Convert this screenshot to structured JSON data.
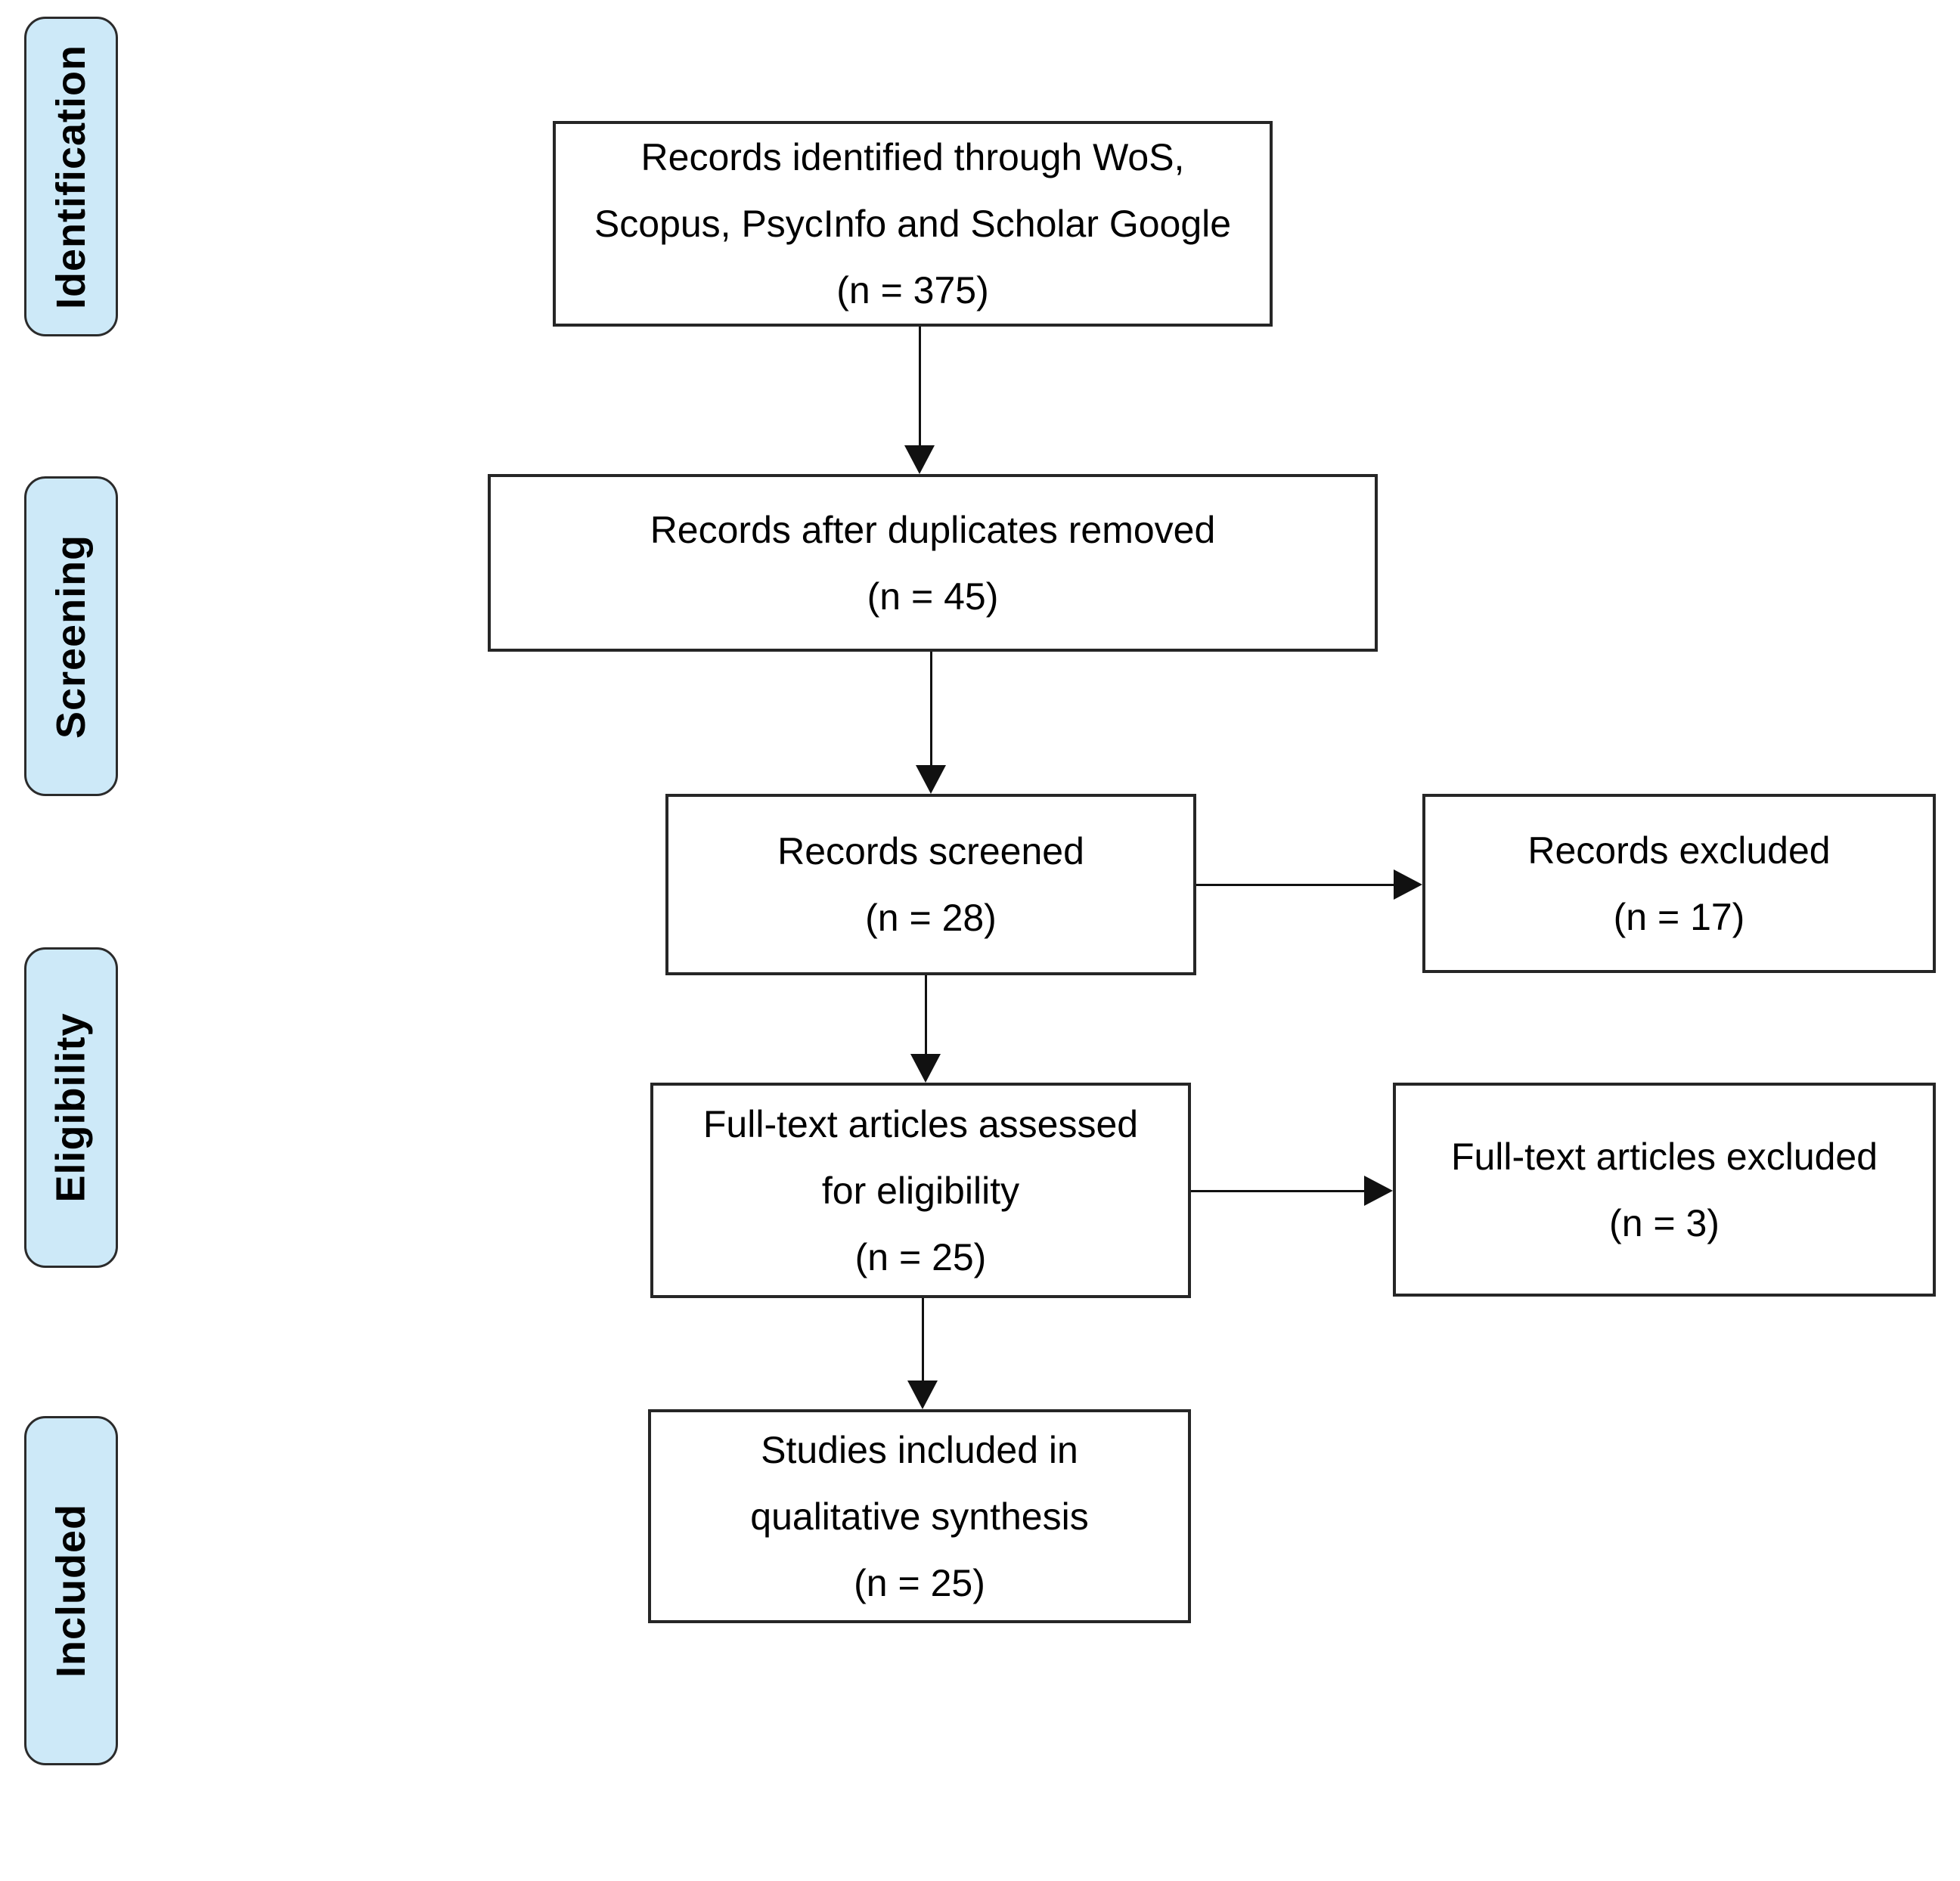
{
  "colors": {
    "background": "#ffffff",
    "text": "#000000",
    "stage-fill": "#cde9f8",
    "stage-border": "#2b2b2b",
    "box-border": "#262626",
    "arrow": "#111111"
  },
  "stages": [
    {
      "label": "Identification"
    },
    {
      "label": "Screening"
    },
    {
      "label": "Eligibility"
    },
    {
      "label": "Included"
    }
  ],
  "boxes": {
    "identified": {
      "text": "Records identified through WoS,\nScopus, PsycInfo and Scholar Google\n(n = 375)",
      "n": 375
    },
    "deduplicated": {
      "text": "Records after duplicates removed\n(n = 45)",
      "n": 45
    },
    "screened": {
      "text": "Records screened\n(n = 28)",
      "n": 28
    },
    "records_excluded": {
      "text": "Records excluded\n(n = 17)",
      "n": 17
    },
    "fulltext_assessed": {
      "text": "Full-text articles assessed\nfor eligibility\n(n = 25)",
      "n": 25
    },
    "fulltext_excluded": {
      "text": "Full-text articles excluded\n(n = 3)",
      "n": 3
    },
    "included_qualitative": {
      "text": "Studies included in\nqualitative synthesis\n(n = 25)",
      "n": 25
    }
  }
}
